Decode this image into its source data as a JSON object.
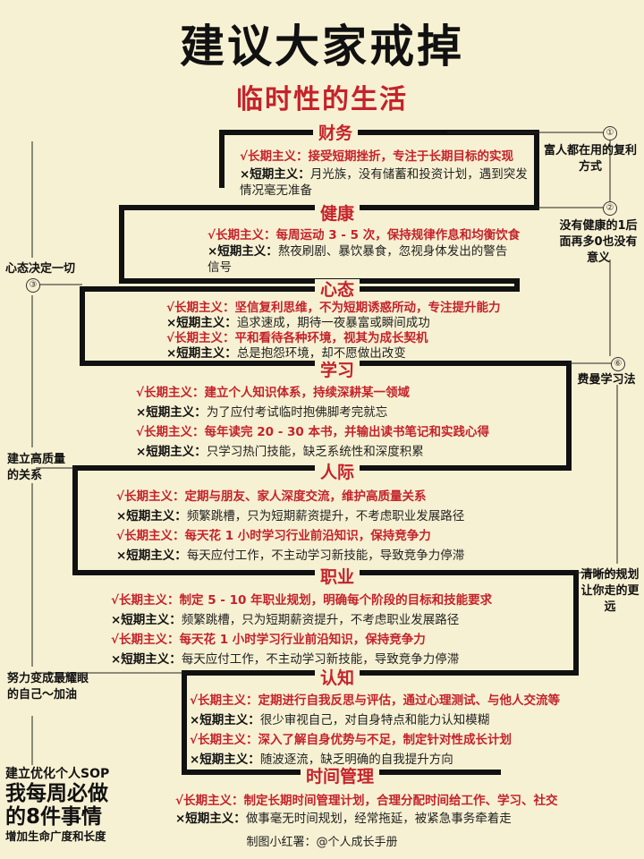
{
  "header": {
    "title": "建议大家戒掉",
    "subtitle": "临时性的生活"
  },
  "sections": [
    {
      "title": "财务",
      "items": [
        {
          "kind": "long",
          "label": "√长期主义：",
          "text": "接受短期挫折，专注于长期目标的实现"
        },
        {
          "kind": "short",
          "label": "×短期主义：",
          "text": "月光族，没有储蓄和投资计划，遇到突发情况毫无准备"
        }
      ]
    },
    {
      "title": "健康",
      "items": [
        {
          "kind": "long",
          "label": "√长期主义：",
          "text": "每周运动 3 - 5 次，保持规律作息和均衡饮食"
        },
        {
          "kind": "short",
          "label": "×短期主义：",
          "text": "熬夜刷剧、暴饮暴食，忽视身体发出的警告信号"
        }
      ]
    },
    {
      "title": "心态",
      "items": [
        {
          "kind": "long",
          "label": "√长期主义：",
          "text": "坚信复利思维，不为短期诱惑所动，专注提升能力"
        },
        {
          "kind": "short",
          "label": "×短期主义：",
          "text": "追求速成，期待一夜暴富或瞬间成功"
        },
        {
          "kind": "long",
          "label": "√长期主义：",
          "text": "平和看待各种环境，视其为成长契机"
        },
        {
          "kind": "short",
          "label": "×短期主义：",
          "text": "总是抱怨环境，却不愿做出改变"
        }
      ]
    },
    {
      "title": "学习",
      "items": [
        {
          "kind": "long",
          "label": "√长期主义：",
          "text": "建立个人知识体系，持续深耕某一领域"
        },
        {
          "kind": "short",
          "label": "×短期主义：",
          "text": "为了应付考试临时抱佛脚考完就忘"
        },
        {
          "kind": "long",
          "label": "√长期主义：",
          "text": "每年读完 20 - 30 本书，并输出读书笔记和实践心得"
        },
        {
          "kind": "short",
          "label": "×短期主义：",
          "text": "只学习热门技能，缺乏系统性和深度积累"
        }
      ]
    },
    {
      "title": "人际",
      "items": [
        {
          "kind": "long",
          "label": "√长期主义：",
          "text": "定期与朋友、家人深度交流，维护高质量关系"
        },
        {
          "kind": "short",
          "label": "×短期主义：",
          "text": "频繁跳槽，只为短期薪资提升，不考虑职业发展路径"
        },
        {
          "kind": "long",
          "label": "√长期主义：",
          "text": "每天花 1 小时学习行业前沿知识，保持竞争力"
        },
        {
          "kind": "short",
          "label": "×短期主义：",
          "text": "每天应付工作，不主动学习新技能，导致竞争力停滞"
        }
      ]
    },
    {
      "title": "职业",
      "items": [
        {
          "kind": "long",
          "label": "√长期主义：",
          "text": "制定 5 - 10 年职业规划，明确每个阶段的目标和技能要求"
        },
        {
          "kind": "short",
          "label": "×短期主义：",
          "text": "频繁跳槽，只为短期薪资提升，不考虑职业发展路径"
        },
        {
          "kind": "long",
          "label": "√长期主义：",
          "text": "每天花 1 小时学习行业前沿知识，保持竞争力"
        },
        {
          "kind": "short",
          "label": "×短期主义：",
          "text": "每天应付工作，不主动学习新技能，导致竞争力停滞"
        }
      ]
    },
    {
      "title": "认知",
      "items": [
        {
          "kind": "long",
          "label": "√长期主义：",
          "text": "定期进行自我反思与评估，通过心理测试、与他人交流等"
        },
        {
          "kind": "short",
          "label": "×短期主义：",
          "text": "很少审视自己，对自身特点和能力认知模糊"
        },
        {
          "kind": "long",
          "label": "√长期主义：",
          "text": "深入了解自身优势与不足，制定针对性成长计划"
        },
        {
          "kind": "short",
          "label": "×短期主义：",
          "text": "随波逐流，缺乏明确的自我提升方向"
        }
      ]
    },
    {
      "title": "时间管理",
      "items": [
        {
          "kind": "long",
          "label": "√长期主义：",
          "text": "制定长期时间管理计划，合理分配时间给工作、学习、社交"
        },
        {
          "kind": "short",
          "label": "×短期主义：",
          "text": "做事毫无时间规划，经常拖延，被紧急事务牵着走"
        }
      ]
    }
  ],
  "side_notes": {
    "r1_num": "①",
    "r1_text": "富人都在用的复利方式",
    "r2_num": "②",
    "r2_text": "没有健康的1后面再多0也没有意义",
    "r6_num": "⑥",
    "r6_text": "费曼学习法",
    "r7_text": "清晰的规划让你走的更远",
    "l3_num": "③",
    "l3_text": "心态决定一切",
    "l4_text": "建立高质量的关系",
    "l5_text": "努力变成最耀眼的自己～加油"
  },
  "promo": {
    "line1": "建立优化个人SOP",
    "line2": "我每周必做",
    "line3": "的8件事情",
    "line4": "增加生命广度和长度"
  },
  "footer": {
    "credit": "制图小红署：@个人成长手册"
  }
}
